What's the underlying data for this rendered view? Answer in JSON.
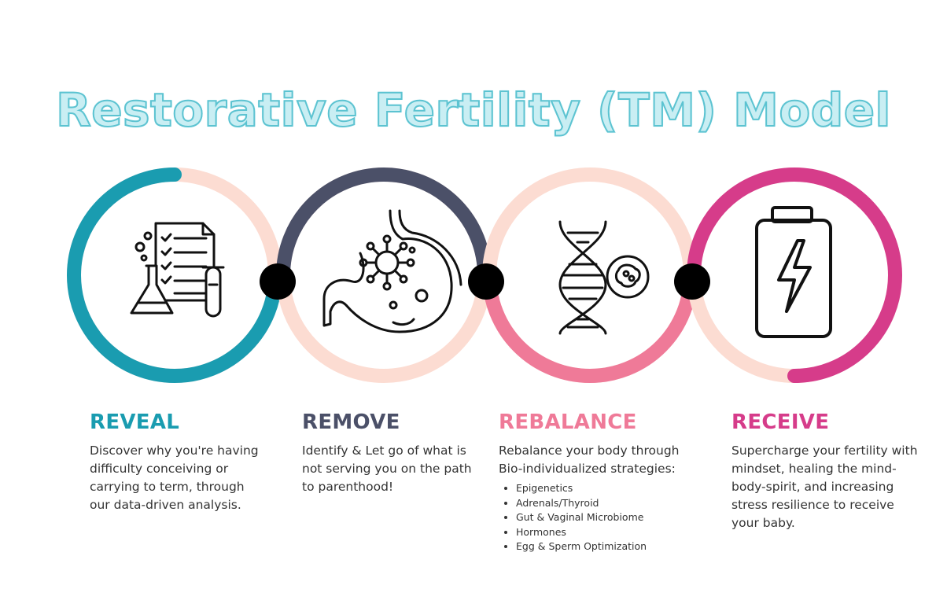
{
  "title": "Restorative Fertility (TM) Model",
  "colors": {
    "reveal": "#1a9cb0",
    "remove": "#4b5068",
    "rebalance": "#ef7a98",
    "receive": "#d63c8a",
    "ring_base": "#fcdcd2",
    "connector": "#000000"
  },
  "steps": [
    {
      "heading": "REVEAL",
      "icon": "lab-report-icon",
      "description": "Discover why you're having difficulty conceiving or carrying to term, through our data-driven analysis."
    },
    {
      "heading": "REMOVE",
      "icon": "stomach-virus-icon",
      "description": "Identify & Let go of what is not serving you on the path to parenthood!"
    },
    {
      "heading": "REBALANCE",
      "icon": "dna-cell-icon",
      "description": "Rebalance your body through Bio-individualized strategies:",
      "bullets": [
        "Epigenetics",
        "Adrenals/Thyroid",
        "Gut & Vaginal Microbiome",
        "Hormones",
        "Egg & Sperm Optimization"
      ]
    },
    {
      "heading": "RECEIVE",
      "icon": "battery-charge-icon",
      "description": "Supercharge your fertility with mindset, healing the mind-body-spirit, and increasing stress resilience to receive your baby."
    }
  ]
}
